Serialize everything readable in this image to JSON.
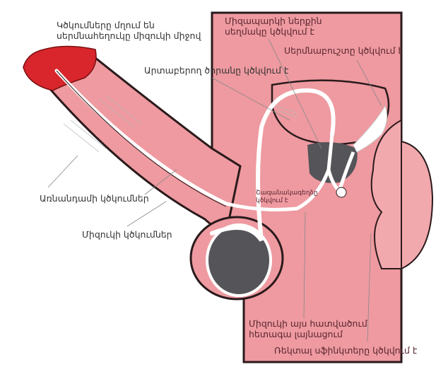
{
  "labels": {
    "contractions_push": [
      "Կծկումները մղում են",
      "սերմնահեղուկը միզուկի միջով"
    ],
    "bladder_sphincter": [
      "Միզապարկի ներքին",
      "սեղմակը կծկվում է"
    ],
    "seminal_vesicle": "Սերմնաբուշտը կծկվում է",
    "vas_deferens": "Արտաբերող ծորանը կծկվում է",
    "prostate": [
      "Շագանակագեղձը",
      "կծկվում է"
    ],
    "penile_contractions": "Առնանդամի կծկումներ",
    "urethral_contractions": "Միզուկի կծկումներ",
    "urethra_widening": [
      "Միզուկի այս հատվածում",
      "հետագա լայնացում"
    ],
    "rectal_sphincter": "Ռեկտալ սֆինկտերը կծկվում է"
  },
  "colors": {
    "tissue": "#ee9aa0",
    "glans": "#d8262c",
    "organ_dark": "#555459",
    "duct": "#ffffff",
    "outline": "#2a1a1c"
  }
}
